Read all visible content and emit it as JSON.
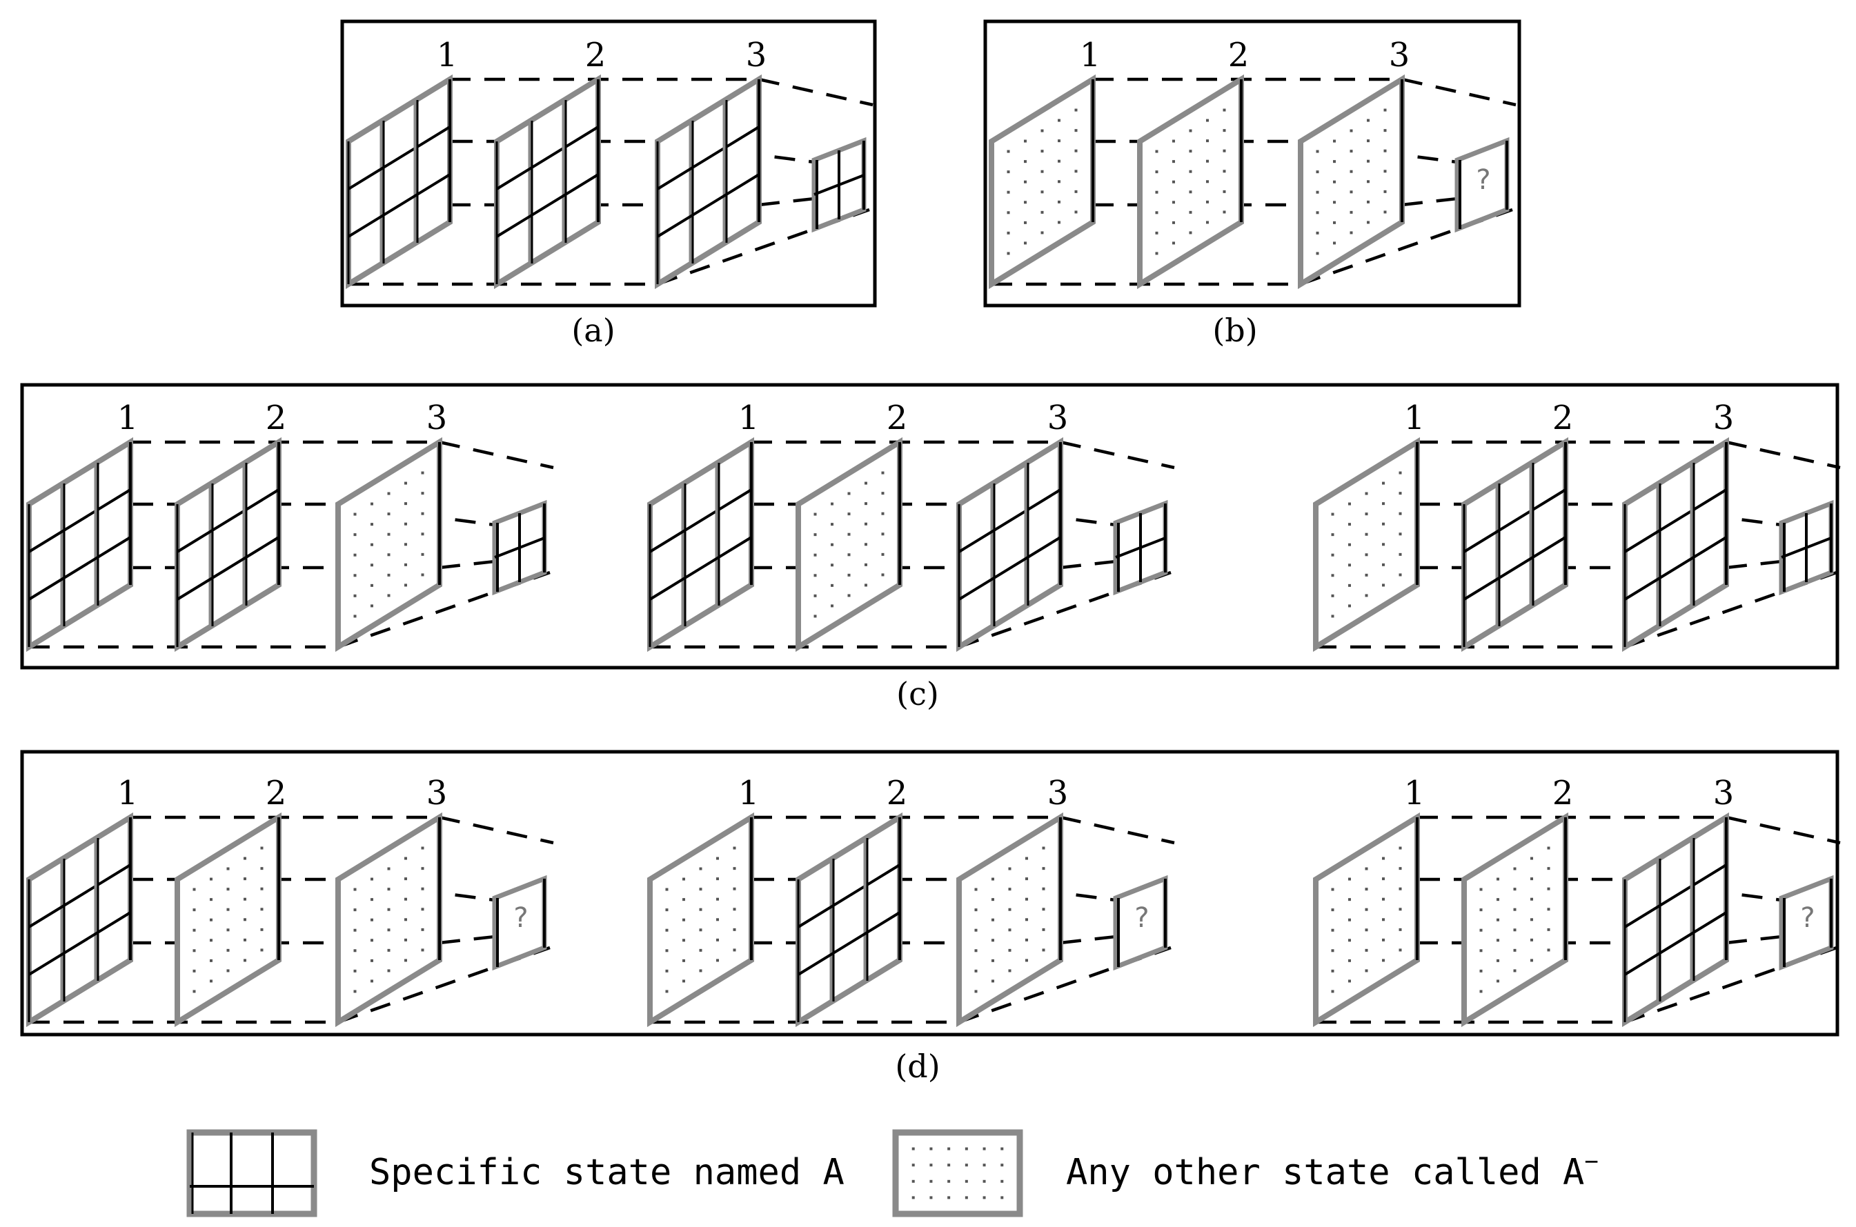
{
  "panels": [
    {
      "id": "a",
      "caption": "(a)",
      "groups": [
        {
          "states": [
            "A",
            "A",
            "A"
          ],
          "target": "A"
        }
      ]
    },
    {
      "id": "b",
      "caption": "(b)",
      "groups": [
        {
          "states": [
            "A-",
            "A-",
            "A-"
          ],
          "target": "?"
        }
      ]
    },
    {
      "id": "c",
      "caption": "(c)",
      "groups": [
        {
          "states": [
            "A",
            "A",
            "A-"
          ],
          "target": "A"
        },
        {
          "states": [
            "A",
            "A-",
            "A"
          ],
          "target": "A"
        },
        {
          "states": [
            "A-",
            "A",
            "A"
          ],
          "target": "A"
        }
      ]
    },
    {
      "id": "d",
      "caption": "(d)",
      "groups": [
        {
          "states": [
            "A",
            "A-",
            "A-"
          ],
          "target": "?"
        },
        {
          "states": [
            "A-",
            "A",
            "A-"
          ],
          "target": "?"
        },
        {
          "states": [
            "A-",
            "A-",
            "A"
          ],
          "target": "?"
        }
      ]
    }
  ],
  "step_labels": [
    "1",
    "2",
    "3"
  ],
  "unknown_mark": "?",
  "legend": {
    "specific_label": "Specific state named A",
    "other_label": "Any other state called A",
    "other_superscript": "−"
  },
  "colors": {
    "line": "#000000",
    "frame_gray": "#8a8a8a",
    "dot": "#555555"
  }
}
